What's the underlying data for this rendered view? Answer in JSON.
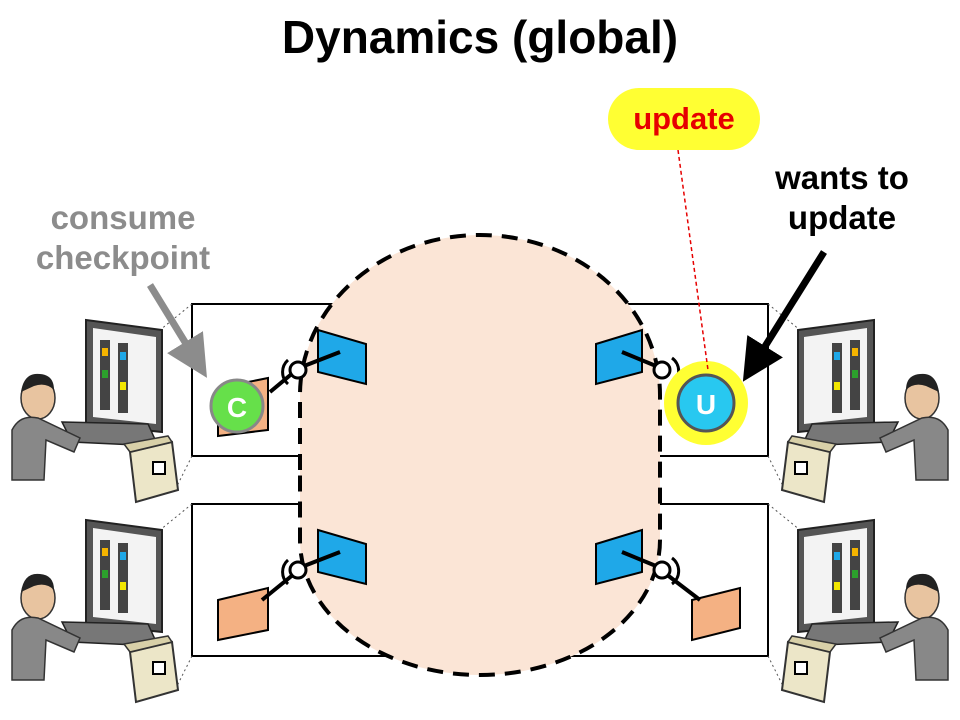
{
  "title": "Dynamics (global)",
  "labels": {
    "consume_checkpoint": "consume\ncheckpoint",
    "wants_to_update": "wants to\nupdate",
    "update": "update",
    "c_marker": "C",
    "u_marker": "U"
  },
  "colors": {
    "shared_region_fill": "#fbe5d6",
    "connector_blue": "#1fa8e8",
    "connector_orange": "#f4b183",
    "consume_marker": "#66e04a",
    "update_marker": "#28c8f0",
    "highlight": "#ffff33",
    "update_text": "#e60000",
    "grey_text": "#8c8c8c"
  },
  "nodes": [
    {
      "name": "top-left",
      "marker": "C"
    },
    {
      "name": "top-right",
      "marker": "U"
    },
    {
      "name": "bottom-left",
      "marker": ""
    },
    {
      "name": "bottom-right",
      "marker": ""
    }
  ]
}
